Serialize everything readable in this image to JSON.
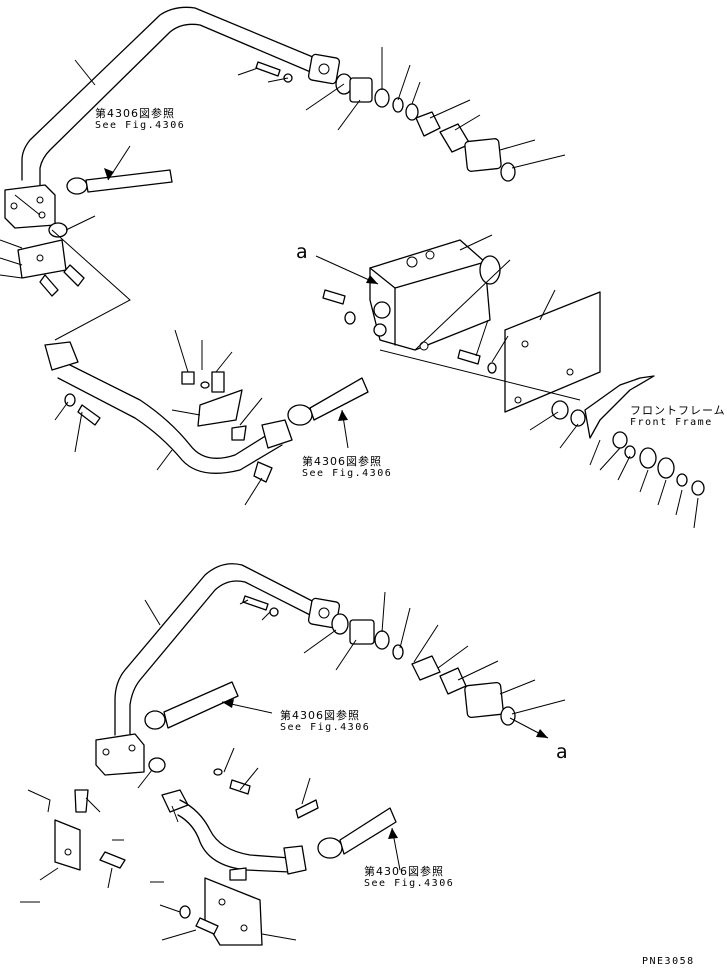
{
  "refs": {
    "ref1": {
      "jp": "第4306図参照",
      "en": "See Fig.4306"
    },
    "ref2": {
      "jp": "第4306図参照",
      "en": "See Fig.4306"
    },
    "ref3": {
      "jp": "第4306図参照",
      "en": "See Fig.4306"
    },
    "ref4": {
      "jp": "第4306図参照",
      "en": "See Fig.4306"
    }
  },
  "front_frame": {
    "jp": "フロントフレーム",
    "en": "Front Frame"
  },
  "markers": {
    "a_top": "a",
    "a_bottom": "a"
  },
  "figure_code": "PNE3058"
}
